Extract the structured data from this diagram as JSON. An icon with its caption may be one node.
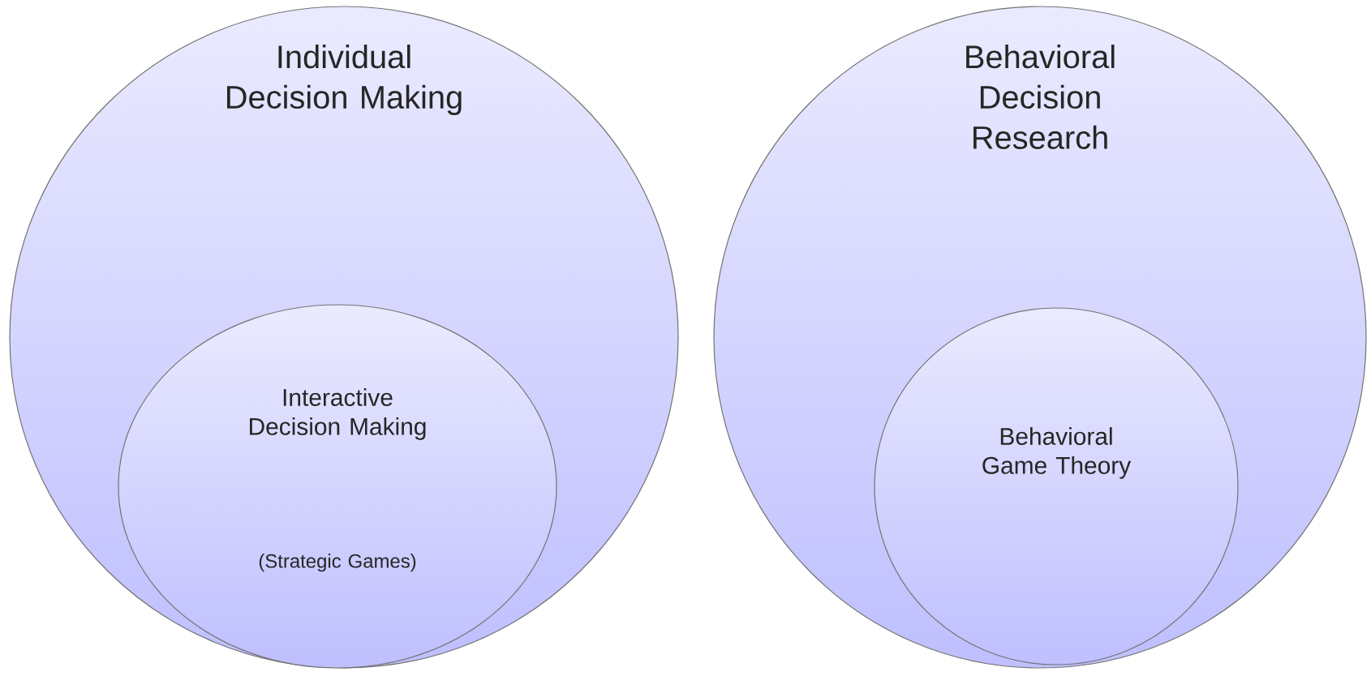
{
  "diagram": {
    "nodes": [
      {
        "text": [
          "Individual Decision Making"
        ]
      },
      {
        "text": [
          "Interactive Decision Making",
          "(Strategic Games)"
        ],
        "in": 0
      },
      {
        "text": [
          "Behavioral Decision Research"
        ]
      },
      {
        "text": [
          "Behavioral Game Theory"
        ],
        "in": 2
      }
    ]
  }
}
